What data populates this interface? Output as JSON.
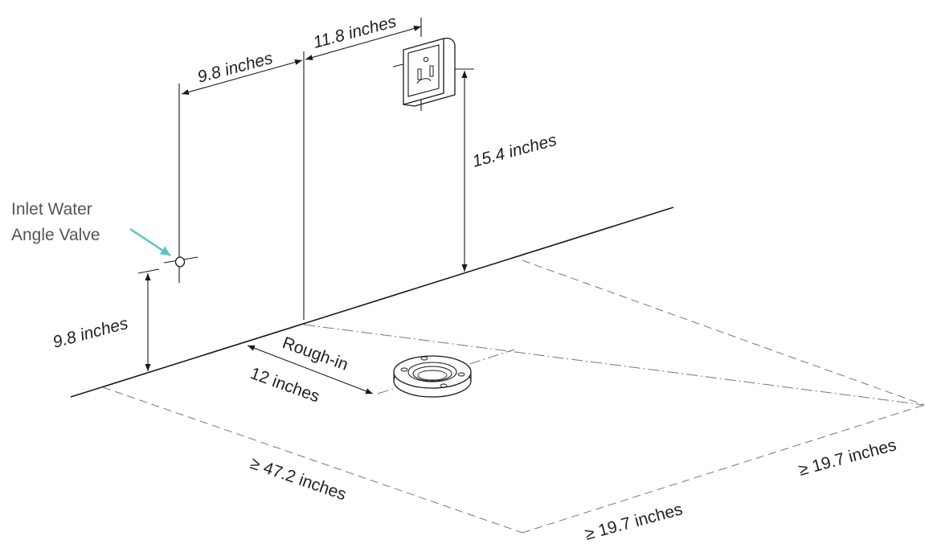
{
  "callout": {
    "line1": "Inlet Water",
    "line2": "Angle Valve",
    "arrow_color": "#5BC3C6"
  },
  "dimensions": {
    "valve_offset": "9.8 inches",
    "outlet_offset": "11.8 inches",
    "outlet_height": "15.4 inches",
    "valve_height": "9.8 inches",
    "rough_in_label": "Rough-in",
    "rough_in_value": "12 inches",
    "clear_length": "≥ 47.2 inches",
    "clear_depth_front": "≥ 19.7 inches",
    "clear_depth_side": "≥ 19.7 inches"
  },
  "icons": [
    "water-valve-icon",
    "power-outlet-icon",
    "floor-flange-icon"
  ]
}
